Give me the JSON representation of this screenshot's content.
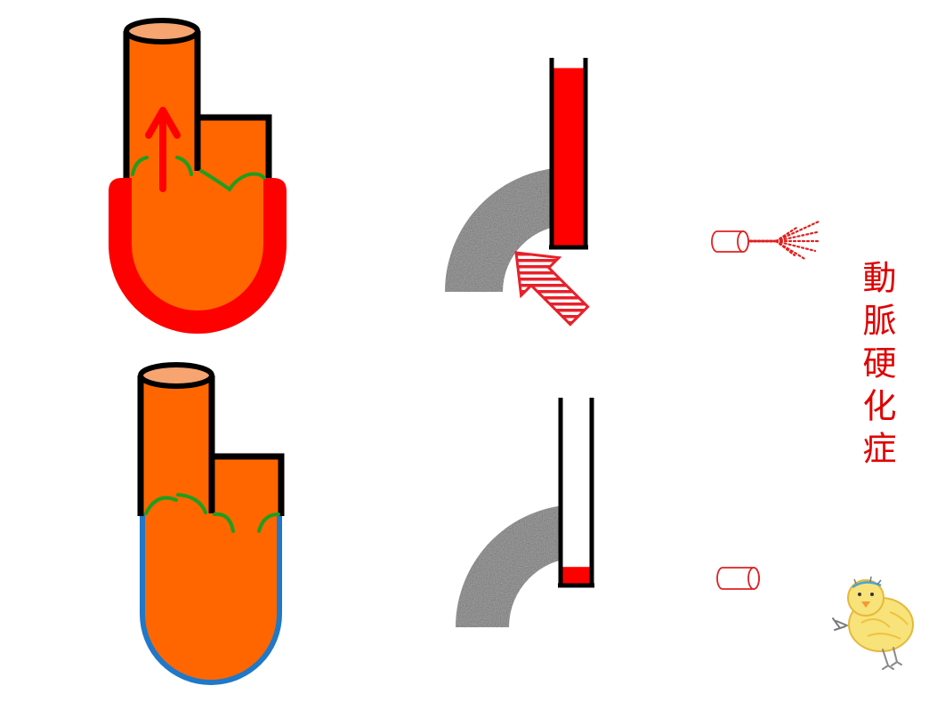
{
  "title": "動脈硬化症",
  "colors": {
    "ventricle": "#FF6600",
    "aorta_top": "#F6A470",
    "contracted_wall": "#FF0000",
    "relaxed_wall": "#1F78C8",
    "valve": "#1E9E1E",
    "vessel_wall": "#9B9B9B",
    "blood": "#FF0000"
  },
  "tubes": {
    "upper_fill": 0.95,
    "lower_fill": 0.09
  }
}
